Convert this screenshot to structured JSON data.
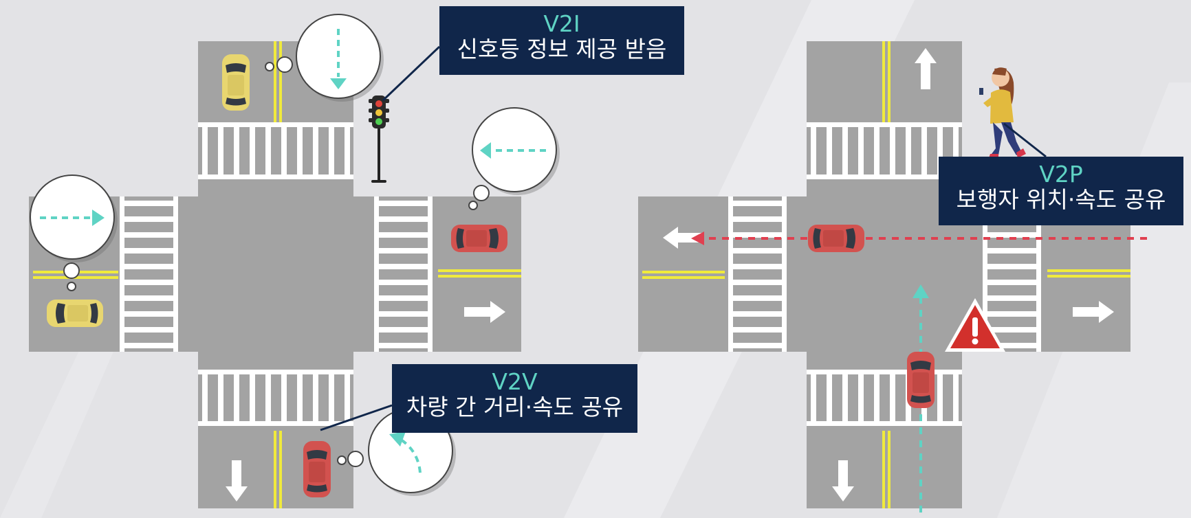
{
  "labels": {
    "v2i": {
      "title": "V2I",
      "desc": "신호등 정보 제공 받음"
    },
    "v2v": {
      "title": "V2V",
      "desc": "차량 간 거리·속도 공유"
    },
    "v2p": {
      "title": "V2P",
      "desc": "보행자 위치·속도 공유"
    }
  },
  "icons": [
    "traffic-light-icon",
    "car-icon",
    "pedestrian-icon",
    "warning-icon",
    "arrow-icon",
    "thought-bubble-icon"
  ],
  "colors": {
    "background": "#e3e3e6",
    "road": "#a3a3a3",
    "road_marking": "#ffffff",
    "center_line": "#f0ea3c",
    "label_bg": "#10264a",
    "label_title": "#5fd3c4",
    "label_text": "#ffffff",
    "path_teal": "#5fd3c4",
    "path_red": "#e04050",
    "car_red": "#d2524f",
    "car_yellow": "#e8d670",
    "warning_red": "#d2302c"
  }
}
